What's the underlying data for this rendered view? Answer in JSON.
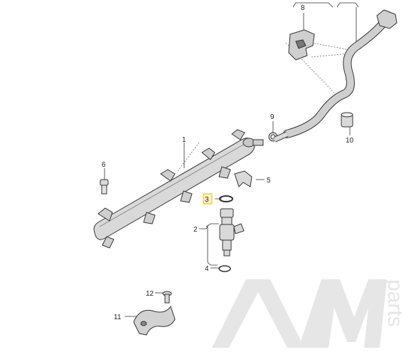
{
  "diagram": {
    "callouts": [
      {
        "id": "c1",
        "text": "1"
      },
      {
        "id": "c2",
        "text": "2"
      },
      {
        "id": "c3",
        "text": "3",
        "highlighted": true
      },
      {
        "id": "c4",
        "text": "4"
      },
      {
        "id": "c5",
        "text": "5"
      },
      {
        "id": "c6",
        "text": "6"
      },
      {
        "id": "c8",
        "text": "8"
      },
      {
        "id": "c9",
        "text": "9"
      },
      {
        "id": "c10",
        "text": "10"
      },
      {
        "id": "c11",
        "text": "11"
      },
      {
        "id": "c12",
        "text": "12"
      }
    ],
    "highlight_color": "#f0c419",
    "line_color": "#333333"
  },
  "watermark": {
    "logo_text": "AM",
    "side_text": "parts",
    "color": "#e6e6e6"
  }
}
